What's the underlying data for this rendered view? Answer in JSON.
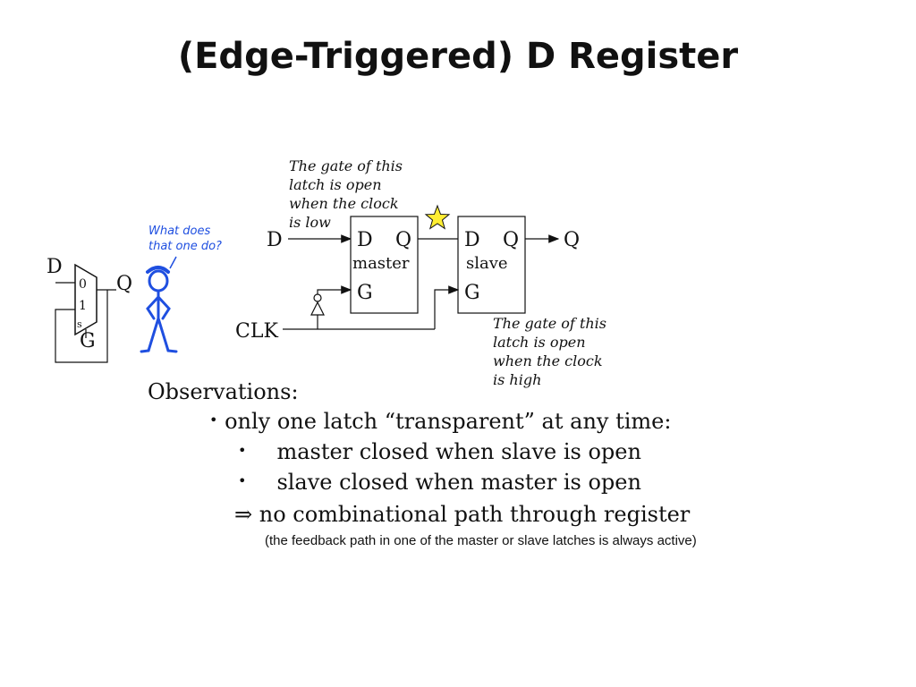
{
  "title": "(Edge-Triggered) D Register",
  "mux_diagram": {
    "d_label": "D",
    "q_label": "Q",
    "input0": "0",
    "input1": "1",
    "select": "s",
    "g_label": "G"
  },
  "stick_figure": {
    "speech": [
      "What does",
      "that one do?"
    ],
    "color": "#1f4fe0"
  },
  "register_diagram": {
    "d_input": "D",
    "clk": "CLK",
    "q_output": "Q",
    "master": {
      "d": "D",
      "q": "Q",
      "name": "master",
      "g": "G"
    },
    "slave": {
      "d": "D",
      "q": "Q",
      "name": "slave",
      "g": "G"
    },
    "note_master": [
      "The gate of this",
      "latch  is open",
      "when the clock",
      "is low"
    ],
    "note_slave": [
      "The gate of this",
      "latch  is open",
      "when the clock",
      "is high"
    ],
    "star_color": "#ffee33"
  },
  "observations": {
    "heading": "Observations:",
    "bullet": "only one latch “transparent” at any time:",
    "sub_bullets": [
      "master closed when slave is open",
      "slave closed when master is open"
    ],
    "implication_symbol": "⇒",
    "implication": "no combinational path through register",
    "footnote": "(the feedback path in one of the master or slave latches is always active)"
  }
}
